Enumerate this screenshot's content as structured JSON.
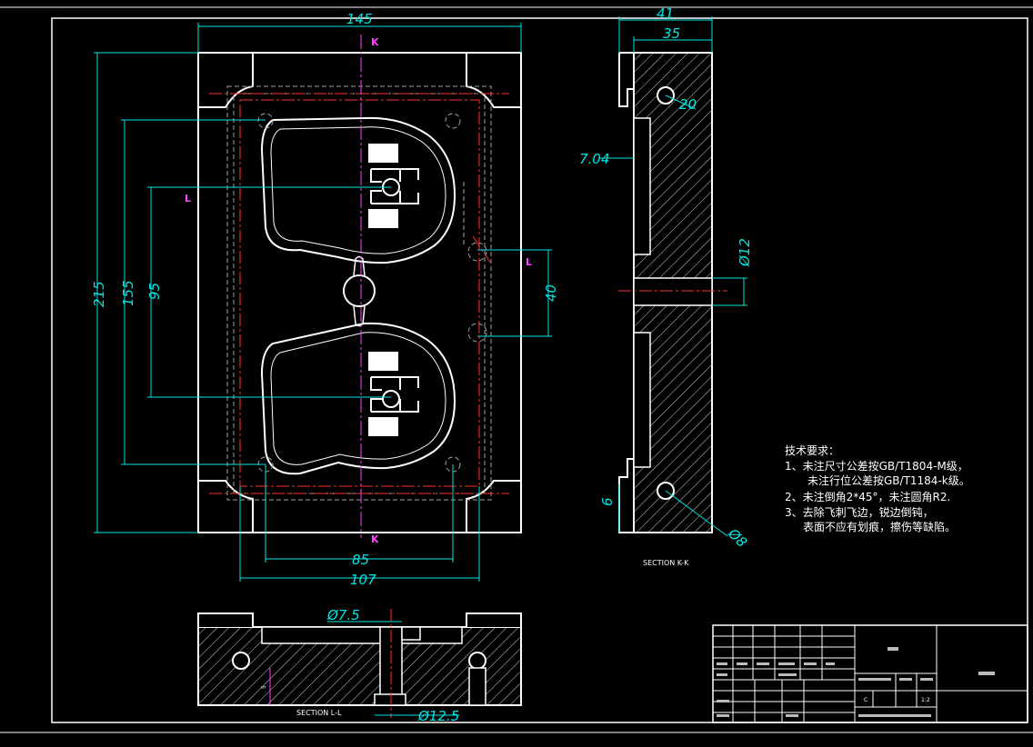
{
  "dimensions": {
    "width_145": "145",
    "height_215": "215",
    "d155": "155",
    "d95": "95",
    "d40": "40",
    "d85": "85",
    "d107": "107",
    "d41": "41",
    "d35": "35",
    "d20": "20",
    "d704": "7.04",
    "dia12": "Ø12",
    "d6": "6",
    "dia8": "Ø8",
    "dia75": "Ø7.5",
    "dia125": "Ø12.5",
    "d5": "5"
  },
  "section_marks": {
    "k_top": "K",
    "k_bottom": "K",
    "l_left": "L",
    "l_right": "L"
  },
  "section_labels": {
    "kk": "SECTION K-K",
    "ll": "SECTION L-L"
  },
  "notes": {
    "title": "技术要求：",
    "line1": "1、未注尺寸公差按GB/T1804-M级，",
    "line1b": "未注行位公差按GB/T1184-k级。",
    "line2": "2、未注倒角2*45°，未注圆角R2.",
    "line3": "3、去除飞刺飞边，锐边倒钝，",
    "line3b": "表面不应有划痕，擦伤等缺陷。"
  },
  "title_block": {
    "scale": "1:2",
    "sheet": "C"
  },
  "colors": {
    "dim": "#00e5e5",
    "outline": "#ffffff",
    "center": "#ff3030",
    "mark": "#ff40ff",
    "hidden": "#a0a0a0"
  }
}
